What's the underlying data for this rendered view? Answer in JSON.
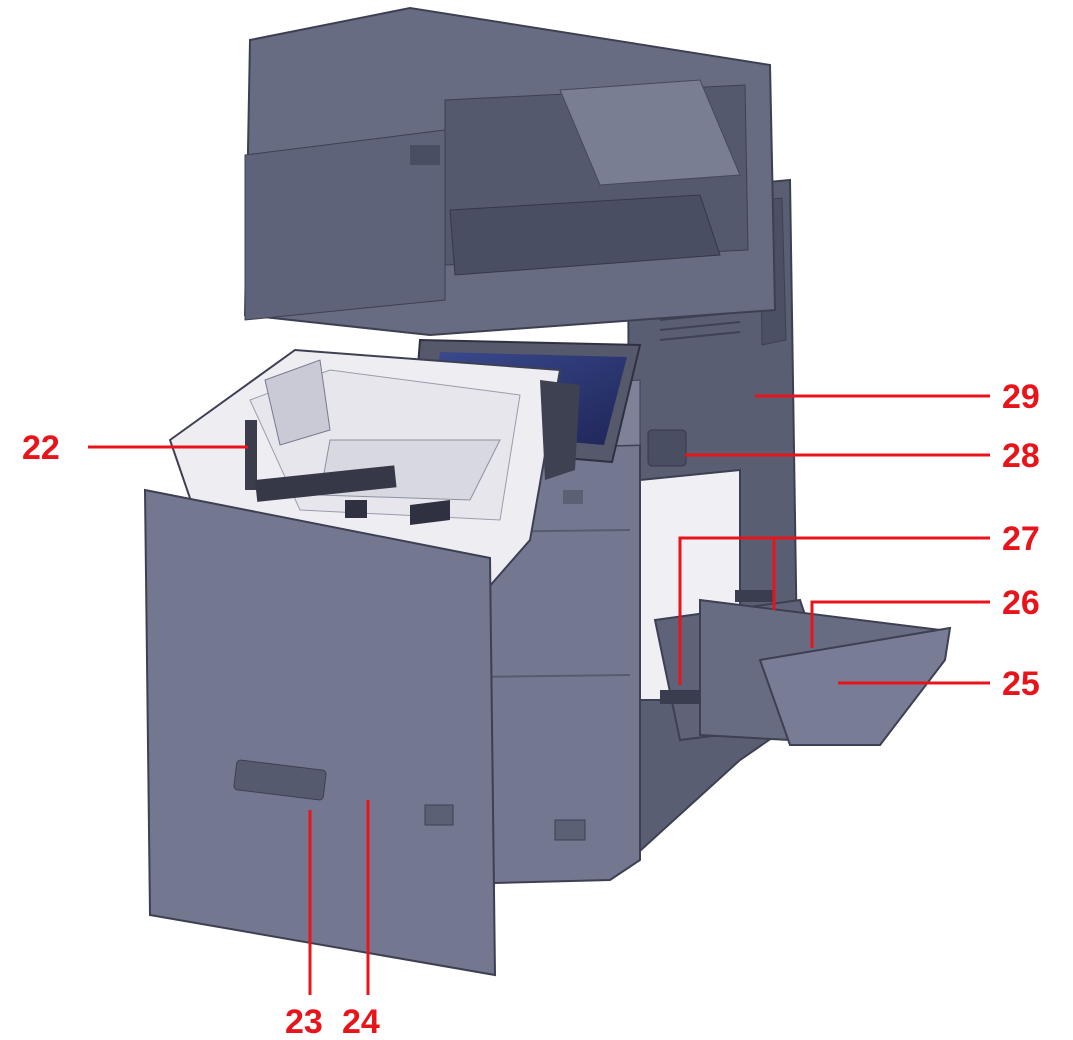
{
  "figure": {
    "subject": "multifunction printer with paper cassette and multipurpose tray open",
    "callout_color": "#e8141b",
    "body_color": "#6b6f86",
    "callouts": [
      {
        "id": "c29",
        "label": "29"
      },
      {
        "id": "c28",
        "label": "28"
      },
      {
        "id": "c27",
        "label": "27"
      },
      {
        "id": "c26",
        "label": "26"
      },
      {
        "id": "c25",
        "label": "25"
      },
      {
        "id": "c22",
        "label": "22"
      },
      {
        "id": "c23",
        "label": "23"
      },
      {
        "id": "c24",
        "label": "24"
      }
    ]
  }
}
